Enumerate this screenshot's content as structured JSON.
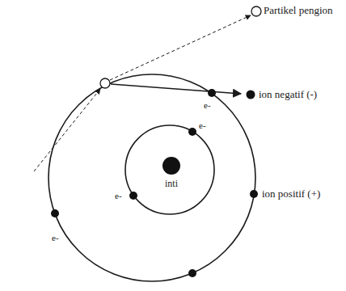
{
  "diagram": {
    "labels": [
      "Partikel pengion",
      "e-",
      "ion negatif (-)",
      "e-",
      "e-",
      "inti",
      "ion positif (+)",
      "e-"
    ]
  }
}
